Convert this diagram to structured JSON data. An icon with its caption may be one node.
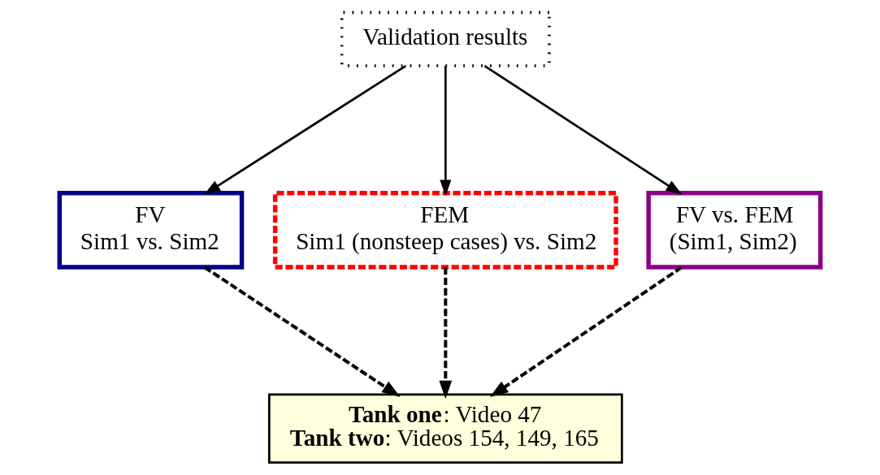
{
  "diagram": {
    "nodes": [
      {
        "text": [
          "Validation results"
        ]
      },
      {
        "text": [
          "FV",
          "Sim1 vs. Sim2"
        ]
      },
      {
        "text": [
          "FEM",
          "Sim1 (nonsteep cases) vs. Sim2"
        ]
      },
      {
        "text": [
          "FV vs. FEM",
          "(Sim1, Sim2)"
        ]
      },
      {
        "text": [
          "**Tank one**: Video 47",
          "**Tank two**: Videos 154, 149, 165"
        ]
      }
    ],
    "edges": [
      {
        "from": 0,
        "to": 1,
        "arrow": "to"
      },
      {
        "from": 0,
        "to": 2,
        "arrow": "to"
      },
      {
        "from": 0,
        "to": 3,
        "arrow": "to"
      },
      {
        "from": 1,
        "to": 4,
        "arrow": "to",
        "style": "dashed"
      },
      {
        "from": 2,
        "to": 4,
        "arrow": "to",
        "style": "dashed"
      },
      {
        "from": 3,
        "to": 4,
        "arrow": "to",
        "style": "dashed"
      }
    ]
  }
}
